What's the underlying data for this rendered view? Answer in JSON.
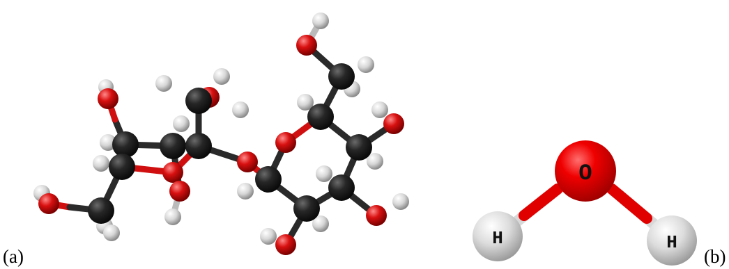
{
  "panels": {
    "a": {
      "label": "(a)"
    },
    "b": {
      "label": "(b)"
    }
  },
  "water": {
    "oxygen_symbol": "O",
    "hydrogen_left_symbol": "H",
    "hydrogen_right_symbol": "H"
  },
  "colors": {
    "carbon": "#1c1c1c",
    "oxygen": "#e00000",
    "hydrogen": "#e8e8e8",
    "bond_dark": "#2a2a2a"
  }
}
